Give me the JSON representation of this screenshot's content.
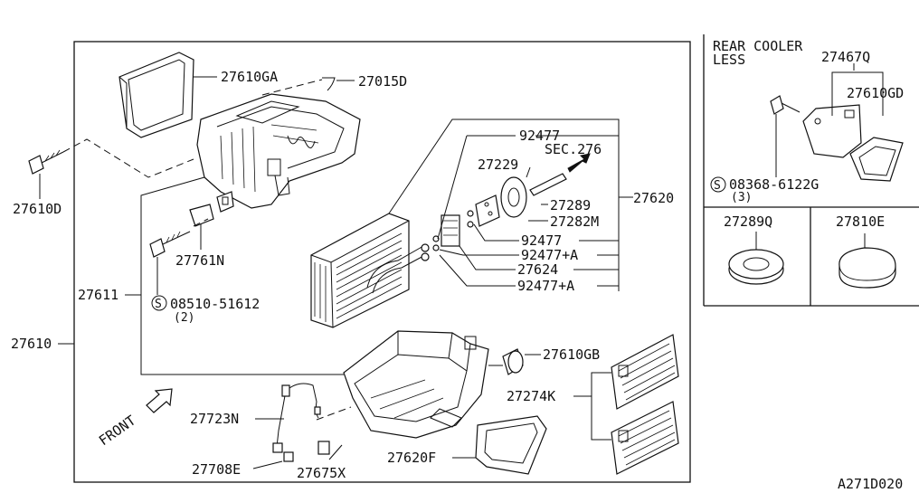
{
  "labels": {
    "p27610GA": "27610GA",
    "p27015D": "27015D",
    "p27610D": "27610D",
    "p27761N": "27761N",
    "p27611": "27611",
    "p08510": "08510-51612",
    "p08510_qty": "(2)",
    "p27610": "27610",
    "p92477_a": "92477",
    "sec276": "SEC.276",
    "p27229": "27229",
    "p27289": "27289",
    "p27282M": "27282M",
    "p27620": "27620",
    "p92477_b": "92477",
    "p92477A_a": "92477+A",
    "p27624": "27624",
    "p92477A_b": "92477+A",
    "p27610GB": "27610GB",
    "p27274K": "27274K",
    "p27723N": "27723N",
    "p27708E": "27708E",
    "p27675X": "27675X",
    "p27620F": "27620F",
    "front": "FRONT",
    "rear_line1": "REAR COOLER",
    "rear_line2": "LESS",
    "p27467Q": "27467Q",
    "p27610GD": "27610GD",
    "p08368": "08368-6122G",
    "p08368_qty": "(3)",
    "p27289Q": "27289Q",
    "p27810E": "27810E",
    "diagram_id": "A271D020",
    "screw_symbol": "S"
  }
}
